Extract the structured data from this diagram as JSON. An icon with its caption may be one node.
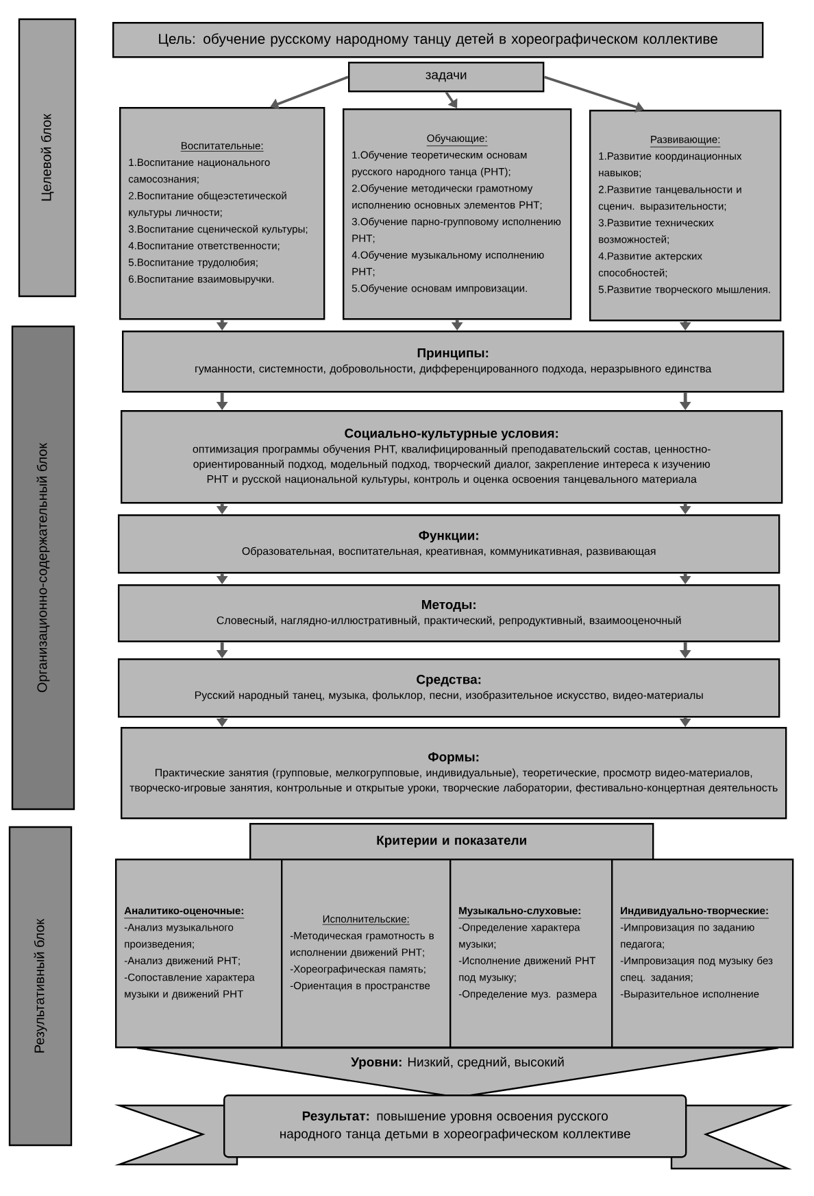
{
  "diagram": {
    "nodes": [
      {
        "text": [
          "Целевой блок"
        ]
      },
      {
        "text": [
          "Организационно-содержательный блок"
        ]
      },
      {
        "text": [
          "Результативный блок"
        ]
      },
      {
        "text": [
          "Цель: обучение русскому народному танцу детей в хореографическом коллективе"
        ]
      },
      {
        "text": [
          "задачи"
        ]
      },
      {
        "text": [
          "Воспитательные:",
          "1.Воспитание национального самосознания;",
          "2.Воспитание общеэстетической культуры личности;",
          "3.Воспитание сценической культуры;",
          "4.Воспитание ответственности;",
          "5.Воспитание трудолюбия;",
          "6.Воспитание взаимовыручки."
        ]
      },
      {
        "text": [
          "Обучающие:",
          "1.Обучение теоретическим основам русского народного танца (РНТ);",
          "2.Обучение методически грамотному исполнению основных элементов РНТ;",
          "3.Обучение парно-групповому исполнению РНТ;",
          "4.Обучение музыкальному исполнению РНТ;",
          "5.Обучение основам импровизации."
        ]
      },
      {
        "text": [
          "Развивающие:",
          "1.Развитие координационных навыков;",
          "2.Развитие танцевальности и сценич. выразительности;",
          "3.Развитие технических возможностей;",
          "4.Развитие актерских способностей;",
          "5.Развитие творческого мышления."
        ]
      },
      {
        "text": [
          "Принципы:",
          "гуманности, системности, добровольности, дифференцированного подхода, неразрывного единства"
        ]
      },
      {
        "text": [
          "Социально-культурные условия:",
          "оптимизация программы обучения РНТ, квалифицированный преподавательский состав, ценностно-ориентированный подход, модельный подход, творческий диалог, закрепление интереса к изучению РНТ и русской национальной культуры, контроль и оценка освоения танцевального материала"
        ]
      },
      {
        "text": [
          "Функции:",
          "Образовательная, воспитательная, креативная, коммуникативная, развивающая"
        ]
      },
      {
        "text": [
          "Методы:",
          "Словесный, наглядно-иллюстративный, практический, репродуктивный, взаимооценочный"
        ]
      },
      {
        "text": [
          "Средства:",
          "Русский народный танец, музыка, фольклор, песни, изобразительное искусство, видео-материалы"
        ]
      },
      {
        "text": [
          "Формы:",
          "Практические занятия (групповые, мелкогрупповые, индивидуальные), теоретические, просмотр видео-материалов, творческо-игровые занятия, контрольные и открытые уроки, творческие лаборатории, фестивально-концертная деятельность"
        ]
      },
      {
        "text": [
          "Критерии и показатели"
        ]
      },
      {
        "text": [
          "Аналитико-оценочные:",
          "-Анализ музыкального произведения;",
          "-Анализ движений РНТ;",
          "-Сопоставление характера музыки и движений РНТ"
        ]
      },
      {
        "text": [
          "Исполнительские:",
          "-Методическая грамотность в исполнении движений РНТ;",
          "-Хореографическая память;",
          "-Ориентация в пространстве"
        ]
      },
      {
        "text": [
          "Музыкально-слуховые:",
          "-Определение характера музыки;",
          "-Исполнение движений РНТ под музыку;",
          "-Определение муз. размера"
        ]
      },
      {
        "text": [
          "Индивидуально-творческие:",
          "-Импровизация по заданию педагога;",
          "-Импровизация под музыку без спец. задания;",
          "-Выразительное исполнение"
        ]
      },
      {
        "text": [
          "**Уровни:** Низкий, средний, высокий"
        ]
      },
      {
        "text": [
          "**Результат:** повышение уровня освоения русского народного танца детьми в хореографическом коллективе"
        ]
      }
    ],
    "edges": [
      {
        "from": 4,
        "to": 5,
        "arrow": "to"
      },
      {
        "from": 4,
        "to": 6,
        "arrow": "to"
      },
      {
        "from": 4,
        "to": 7,
        "arrow": "to"
      },
      {
        "from": 5,
        "to": 8,
        "arrow": "to"
      },
      {
        "from": 6,
        "to": 8,
        "arrow": "to"
      },
      {
        "from": 7,
        "to": 8,
        "arrow": "to"
      },
      {
        "from": 8,
        "to": 9,
        "arrow": "to"
      },
      {
        "from": 8,
        "to": 9,
        "arrow": "to"
      },
      {
        "from": 9,
        "to": 10,
        "arrow": "to"
      },
      {
        "from": 9,
        "to": 10,
        "arrow": "to"
      },
      {
        "from": 10,
        "to": 11,
        "arrow": "to"
      },
      {
        "from": 10,
        "to": 11,
        "arrow": "to"
      },
      {
        "from": 11,
        "to": 12,
        "arrow": "to"
      },
      {
        "from": 11,
        "to": 12,
        "arrow": "to"
      },
      {
        "from": 12,
        "to": 13,
        "arrow": "to"
      },
      {
        "from": 12,
        "to": 13,
        "arrow": "to"
      }
    ]
  }
}
